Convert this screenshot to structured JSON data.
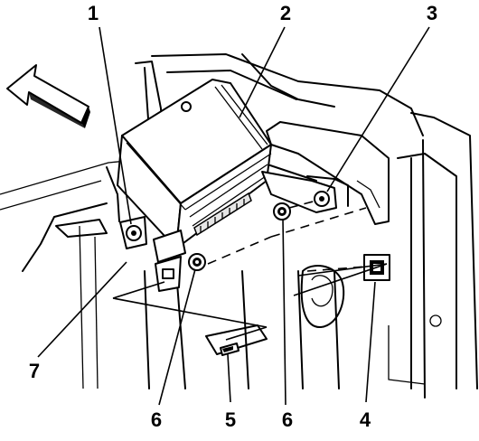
{
  "callouts": {
    "c1": "1",
    "c2": "2",
    "c3": "3",
    "c4": "4",
    "c5": "5",
    "c6a": "6",
    "c6b": "6",
    "c7": "7"
  },
  "icons": {
    "direction_arrow": "forward-arrow-icon"
  }
}
